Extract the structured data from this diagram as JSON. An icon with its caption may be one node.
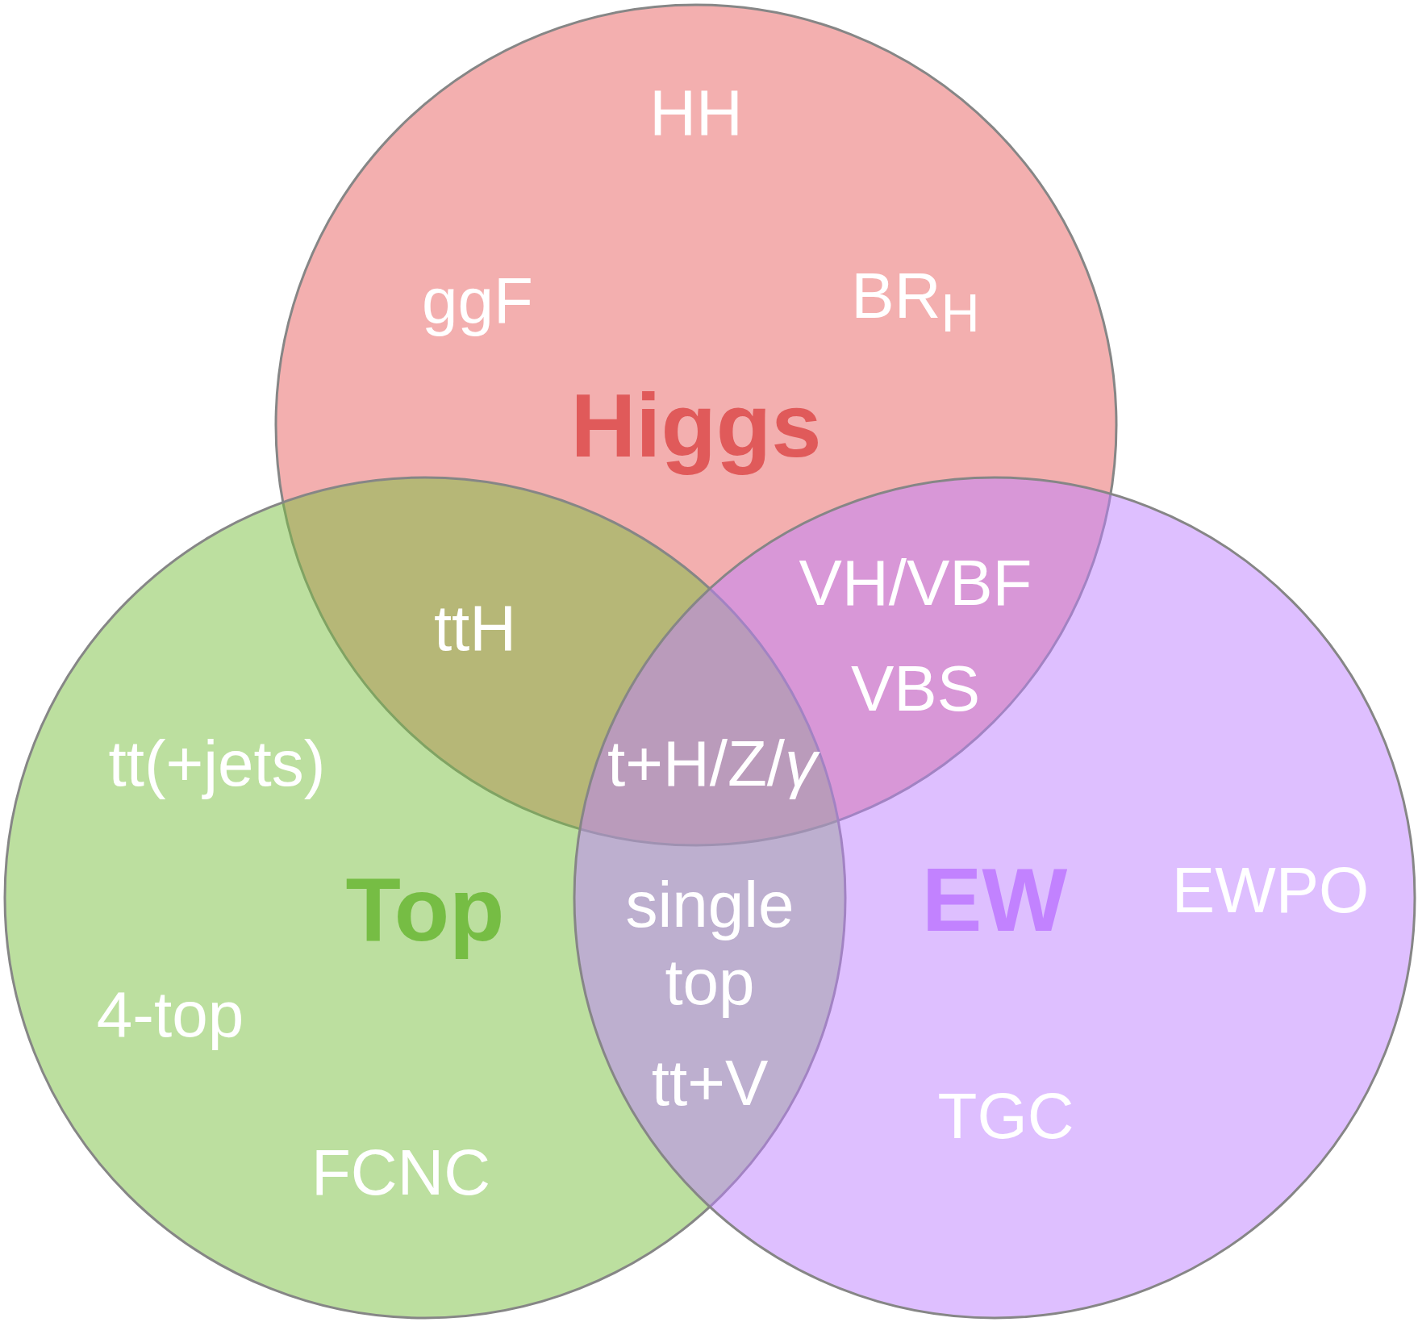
{
  "diagram": {
    "nodes": [
      {
        "text": [
          "Higgs"
        ]
      },
      {
        "text": [
          "Top"
        ]
      },
      {
        "text": [
          "EW"
        ]
      }
    ],
    "labels": [
      "HH",
      "ggF",
      "BR$_{H}$",
      "ttH",
      "VH/VBF",
      "VBS",
      "tt(+jets)",
      "t+H/Z/*γ*",
      "EWPO",
      "single top",
      "4-top",
      "tt+V",
      "TGC",
      "FCNC"
    ]
  }
}
